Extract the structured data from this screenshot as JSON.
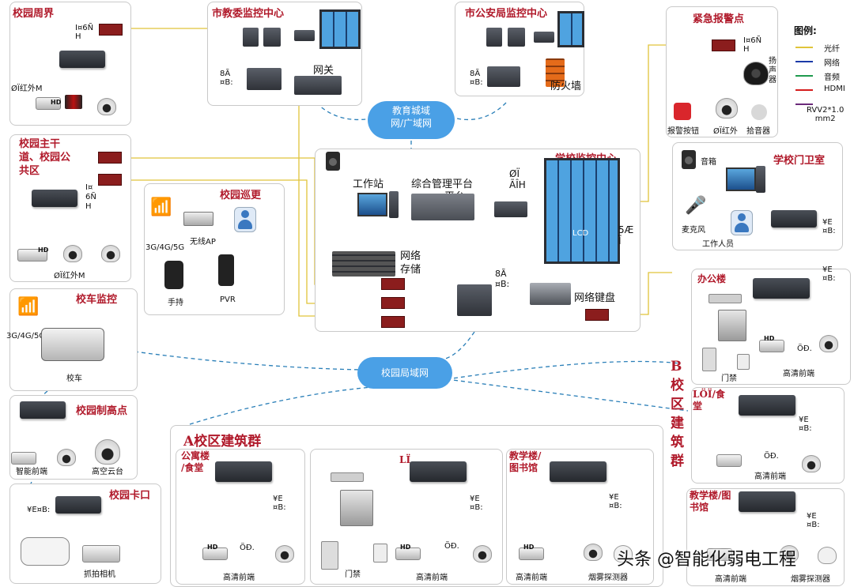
{
  "colors": {
    "fiber": "#e0c43a",
    "network": "#1b3aa8",
    "audio": "#1f9a4e",
    "hdmi": "#d51c1c",
    "rvv": "#6b2a7a",
    "title": "#b0192a",
    "cloud": "#4aa0e6"
  },
  "legend": {
    "title": "图例:",
    "items": [
      "光纤",
      "网络",
      "音频",
      "HDMI",
      "RVV2*1.0\nmm2"
    ]
  },
  "panels": {
    "perimeter": {
      "title": "校园周界",
      "conv_label": "I¤6Ñ\nH",
      "ir_label": "ØÏ红外M"
    },
    "edu": {
      "title": "市教委监控中心",
      "sw_label": "8Ã\n¤B:",
      "gateway": "网关"
    },
    "police": {
      "title": "市公安局监控中心",
      "sw_label": "8Ã\n¤B:",
      "firewall": "防火墙"
    },
    "emergency": {
      "title": "紧急报警点",
      "conv_label": "I¤6Ñ\nH",
      "speaker": "扬\n声\n器",
      "button": "报警按钮",
      "ir": "ØÏ红外",
      "pickup": "拾音器"
    },
    "main_road": {
      "title": "校园主干\n道、校园公\n共区",
      "conv_label": "I¤\n6Ñ\nH",
      "ir_label": "ØÏ红外M"
    },
    "patrol": {
      "title": "校园巡更",
      "net": "3G/4G/5G",
      "ap": "无线AP",
      "handheld": "手持",
      "pvr": "PVR"
    },
    "center": {
      "title": "学校监控中心",
      "workstation": "工作站",
      "platform": "综合管理平台",
      "platform2": "平台",
      "decoder": "ØÏ\nÃÎH",
      "storage": "网络\n存储",
      "sw_label": "8Ã\n¤B:",
      "keyboard": "网络键盘",
      "lcd": "LCD",
      "wall_label": "5Æ\nÏ"
    },
    "gate": {
      "title": "学校门卫室",
      "speaker": "音箱",
      "mic": "麦克风",
      "staff": "工作人员",
      "sw_label": "¥E\n¤B:"
    },
    "bus": {
      "title": "校车监控",
      "net": "3G/4G/5G",
      "bus": "校车"
    },
    "highpoint": {
      "title": "校园制高点",
      "smart": "智能前端",
      "ptz": "高空云台"
    },
    "checkpoint": {
      "title": "校园卡口",
      "sw_label": "¥E¤B:",
      "capture": "抓拍相机"
    },
    "groupA": {
      "title": "A校区建筑群",
      "apartment": {
        "title": "公寓楼\n/食堂",
        "sw_label": "¥E\n¤B:",
        "front": "高清前端",
        "dots": "ÖÐ."
      },
      "lab": {
        "title": "LÏ",
        "sw_label": "¥E\n¤B:",
        "door": "门禁",
        "front": "高清前端",
        "dots": "ÖÐ."
      },
      "teach": {
        "title": "教学楼/\n图书馆",
        "sw_label": "¥E\n¤B:",
        "front": "高清前端",
        "smoke": "烟雾探测器"
      }
    },
    "groupB": {
      "title": "B\n校\n区\n建\n筑\n群",
      "office": {
        "title": "办公楼",
        "sw_label": "¥E\n¤B:",
        "door": "门禁",
        "front": "高清前端",
        "dots": "ÖÐ."
      },
      "canteen": {
        "title": "LÖÏ/食\n堂",
        "sw_label": "¥E\n¤B:",
        "front": "高清前端",
        "dots": "ÖÐ."
      },
      "teach": {
        "title": "教学楼/图\n书馆",
        "sw_label": "¥E\n¤B:",
        "front": "高清前端",
        "smoke": "烟雾探测器"
      }
    }
  },
  "clouds": {
    "wan": "教育城域\n网/广域网",
    "lan": "校园局域网"
  },
  "hd": "HD",
  "watermark": "头条 @智能化弱电工程"
}
